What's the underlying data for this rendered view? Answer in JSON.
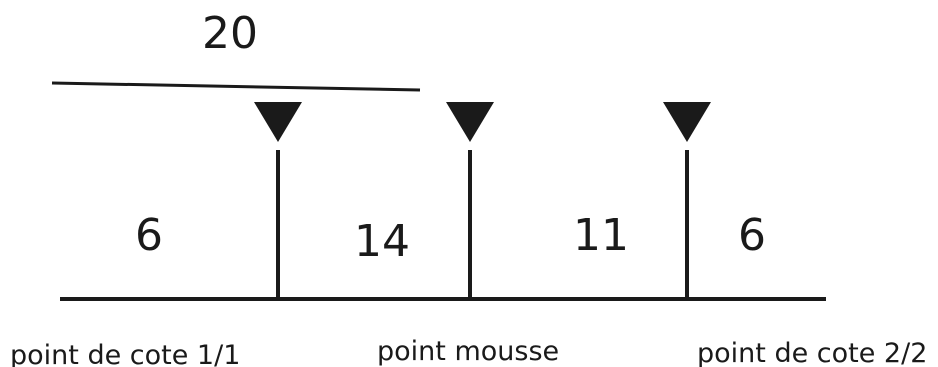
{
  "top_dimension": "20",
  "segments": [
    "6",
    "14",
    "11",
    "6"
  ],
  "points": [
    "point de cote 1/1",
    "point mousse",
    "point de cote 2/2"
  ]
}
